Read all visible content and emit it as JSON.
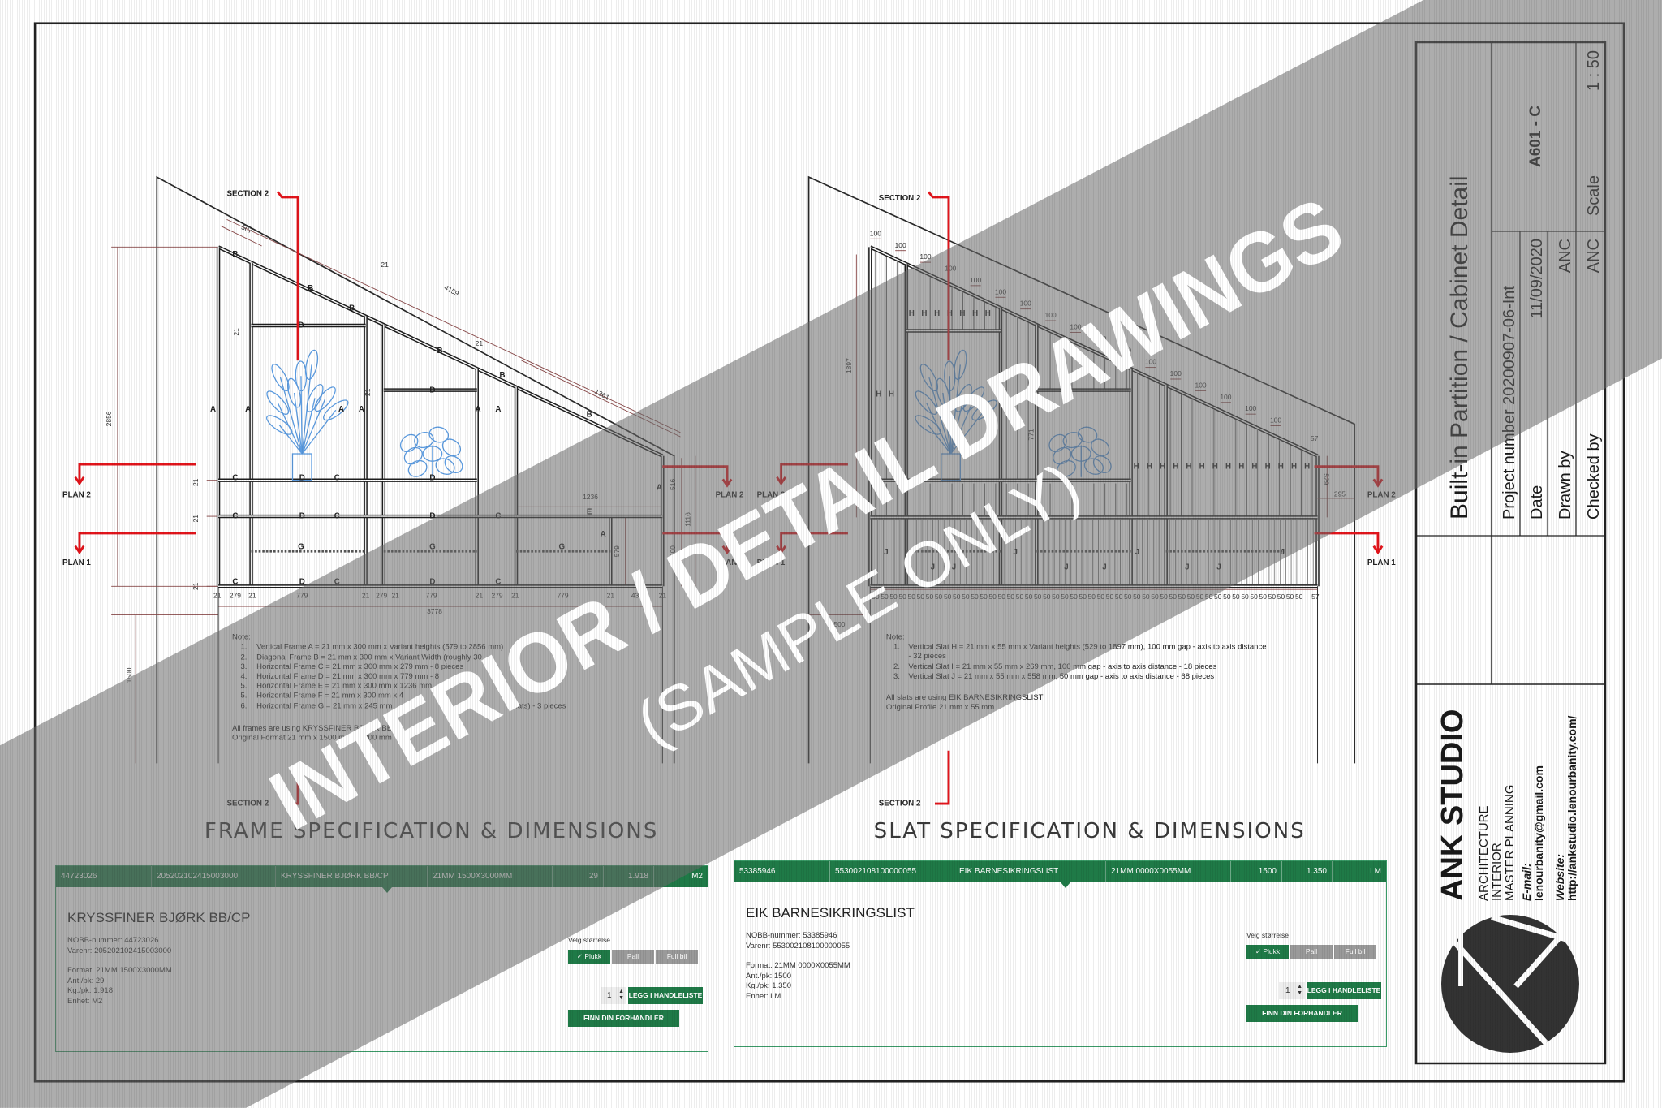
{
  "sheet": {
    "title": "Built-in Partition / Cabinet Detail",
    "project_number_label": "Project number",
    "project_number": "20200907-06-Int",
    "date_label": "Date",
    "date": "11/09/2020",
    "drawn_by_label": "Drawn by",
    "drawn_by": "ANC",
    "checked_by_label": "Checked by",
    "checked_by": "ANC",
    "sheet_number": "A601 - C",
    "scale_label": "Scale",
    "scale": "1 : 50"
  },
  "studio": {
    "name": "ANK STUDIO",
    "services": [
      "ARCHITECTURE",
      "INTERIOR",
      "MASTER PLANNING"
    ],
    "email_label": "E-mail:",
    "email": "lenourbanity@gmail.com",
    "website_label": "Website:",
    "website": "http://ankstudio.lenourbanity.com/"
  },
  "watermark": {
    "line1": "INTERIOR / DETAIL DRAWINGS",
    "line2": "(SAMPLE ONLY)"
  },
  "frame_drawing": {
    "caption": "FRAME SPECIFICATION & DIMENSIONS",
    "section_label": "SECTION 2",
    "plan1_label": "PLAN 1",
    "plan2_label": "PLAN 2",
    "note_heading": "Note:",
    "notes": [
      {
        "num": "1.",
        "text": "Vertical Frame A = 21 mm x 300 mm x Variant heights (579 to 2856 mm)"
      },
      {
        "num": "2.",
        "text": "Diagonal Frame B = 21 mm x 300 mm x Variant Width (roughly 30"
      },
      {
        "num": "3.",
        "text": "Horizontal Frame C = 21 mm x 300 mm x 279 mm - 8 pieces"
      },
      {
        "num": "4.",
        "text": "Horizontal Frame D = 21 mm x 300 mm x 779 mm - 8"
      },
      {
        "num": "5.",
        "text": "Horizontal Frame E = 21 mm x 300 mm x 1236 mm"
      },
      {
        "num": "5.",
        "text": "Horizontal Frame F = 21 mm x 300 mm x 4"
      },
      {
        "num": "6.",
        "text": "Horizontal Frame G = 21 mm x 245 mm"
      }
    ],
    "note_tail": "slats) - 3 pieces",
    "footer": [
      "All frames are using KRYSSFINER BJØRK BB",
      "Original Format 21 mm x 1500 mm x 3000 mm"
    ],
    "dims": [
      "507",
      "4159",
      "1361",
      "2856",
      "21",
      "21",
      "21",
      "21",
      "21",
      "21",
      "21",
      "1236",
      "516",
      "1116",
      "600",
      "579",
      "21",
      "279",
      "21",
      "779",
      "21",
      "279",
      "21",
      "779",
      "21",
      "279",
      "21",
      "779",
      "21",
      "436",
      "21",
      "3778",
      "1500"
    ],
    "tags": [
      "A",
      "A",
      "A",
      "A",
      "A",
      "A",
      "A",
      "A",
      "B",
      "B",
      "B",
      "B",
      "B",
      "B",
      "C",
      "C",
      "C",
      "C",
      "C",
      "C",
      "C",
      "C",
      "D",
      "D",
      "D",
      "D",
      "D",
      "D",
      "D",
      "D",
      "E",
      "F",
      "G",
      "G",
      "G"
    ]
  },
  "slat_drawing": {
    "caption": "SLAT SPECIFICATION & DIMENSIONS",
    "section_label": "SECTION 2",
    "plan1_label": "PLAN 1",
    "plan2_label": "PLAN 2",
    "note_heading": "Note:",
    "notes": [
      {
        "num": "1.",
        "text": "Vertical Slat H = 21 mm x 55 mm x Variant heights (529 to 1897 mm), 100 mm gap - axis to axis distance",
        "cont": "- 32 pieces"
      },
      {
        "num": "2.",
        "text": "Vertical Slat I = 21 mm x 55 mm x 269 mm, 100 mm gap - axis to axis distance - 18 pieces"
      },
      {
        "num": "3.",
        "text": "Vertical Slat J = 21 mm x 55 mm x 558 mm, 50 mm gap - axis to axis distance - 68 pieces"
      }
    ],
    "footer": [
      "All slats are using EIK BARNESIKRINGSLIST",
      "Original Profile 21 mm x 55 mm"
    ],
    "top_gap_label": "100",
    "top_end_label": "57",
    "bottom_gap_label": "50",
    "bottom_end_label": "57",
    "dims": [
      "1897",
      "500",
      "529",
      "295",
      "771"
    ],
    "tags": [
      "H",
      "H",
      "H",
      "H",
      "H",
      "H",
      "H",
      "H",
      "H",
      "H",
      "H",
      "H",
      "H",
      "H",
      "H",
      "H",
      "H",
      "H",
      "H",
      "H",
      "H",
      "H",
      "H",
      "J",
      "J",
      "J",
      "J",
      "J",
      "J",
      "J",
      "J",
      "J",
      "J"
    ]
  },
  "products": [
    {
      "header_cells": [
        "44723026",
        "205202102415003000",
        "KRYSSFINER BJØRK BB/CP",
        "21MM 1500X3000MM",
        "29",
        "1.918",
        "M2"
      ],
      "name": "KRYSSFINER BJØRK BB/CP",
      "ids": [
        "NOBB-nummer: 44723026",
        "Varenr: 205202102415003000"
      ],
      "details": [
        "Format: 21MM 1500X3000MM",
        "Ant./pk: 29",
        "Kg./pk: 1.918",
        "Enhet: M2"
      ],
      "size_label": "Velg størrelse",
      "sizes": [
        "✓ Plukk",
        "Pall",
        "Full bil"
      ],
      "selected_size": "✓ Plukk",
      "quantity": "1",
      "add_button": "LEGG I HANDLELISTE",
      "dealer_button": "FINN DIN FORHANDLER"
    },
    {
      "header_cells": [
        "53385946",
        "553002108100000055",
        "EIK BARNESIKRINGSLIST",
        "21MM 0000X0055MM",
        "1500",
        "1.350",
        "LM"
      ],
      "name": "EIK BARNESIKRINGSLIST",
      "ids": [
        "NOBB-nummer: 53385946",
        "Varenr: 553002108100000055"
      ],
      "details": [
        "Format: 21MM 0000X0055MM",
        "Ant./pk: 1500",
        "Kg./pk: 1.350",
        "Enhet: LM"
      ],
      "size_label": "Velg størrelse",
      "sizes": [
        "✓ Plukk",
        "Pall",
        "Full bil"
      ],
      "selected_size": "✓ Plukk",
      "quantity": "1",
      "add_button": "LEGG I HANDLELISTE",
      "dealer_button": "FINN DIN FORHANDLER"
    }
  ],
  "colors": {
    "section_lines": "#e3141b",
    "plants": "#5b9be0",
    "product_green": "#1f7a47",
    "dimension_lines": "#8a4a4a"
  }
}
